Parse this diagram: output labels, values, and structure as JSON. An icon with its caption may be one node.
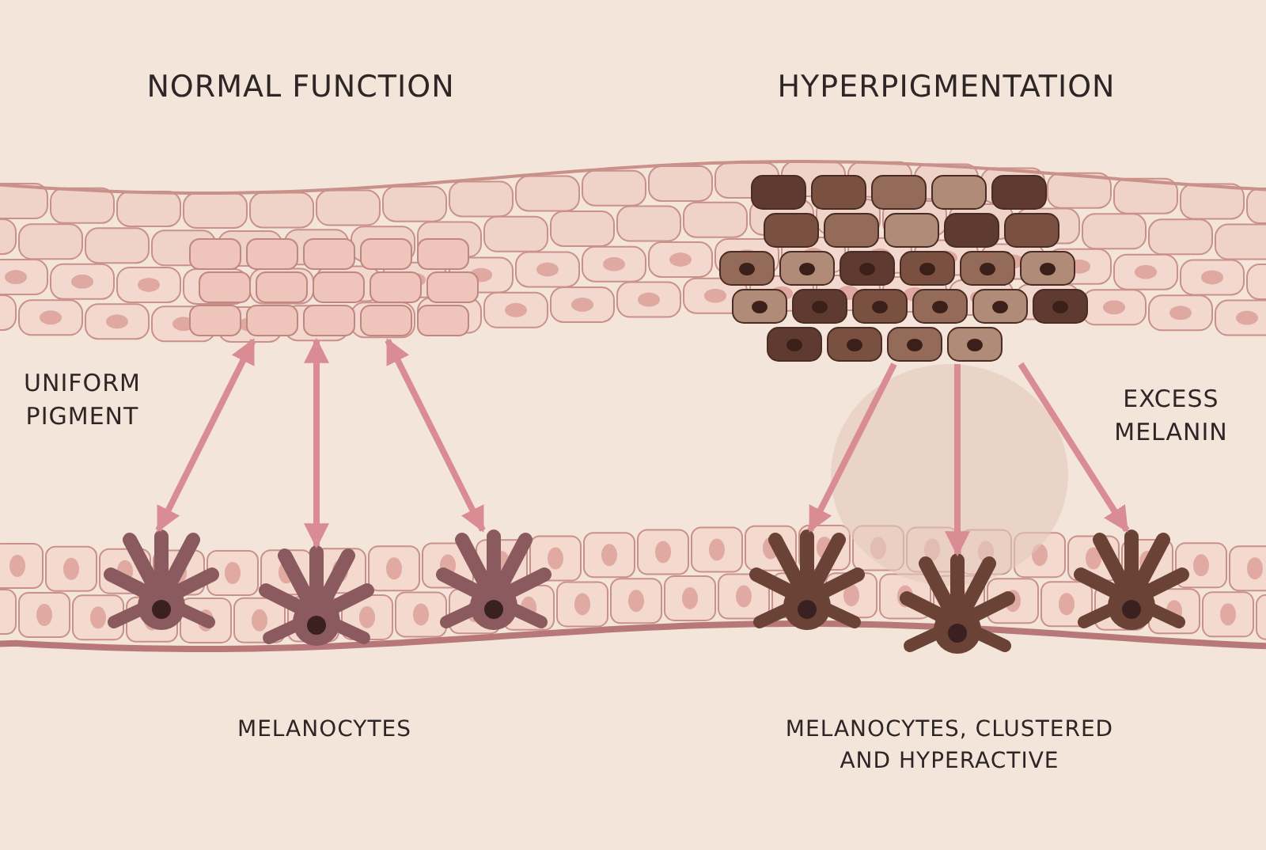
{
  "diagram": {
    "nodes": [
      {
        "text": [],
        "shape": "picture"
      },
      {
        "text": [],
        "shape": "picture"
      },
      {
        "text": [],
        "shape": "picture"
      },
      {
        "text": [],
        "shape": "picture"
      },
      {
        "text": [],
        "shape": "picture"
      },
      {
        "text": [],
        "shape": "picture"
      },
      {
        "text": [],
        "shape": "picture"
      },
      {
        "text": [],
        "shape": "picture"
      }
    ],
    "edges": [
      {
        "from": 0,
        "to": 1,
        "arrow": "both"
      },
      {
        "from": 0,
        "to": 2,
        "arrow": "both"
      },
      {
        "from": 0,
        "to": 3,
        "arrow": "both"
      },
      {
        "from": 4,
        "to": 5,
        "arrow": "to"
      },
      {
        "from": 4,
        "to": 6,
        "arrow": "to"
      },
      {
        "from": 4,
        "to": 7,
        "arrow": "to"
      }
    ],
    "labels": [
      "NORMAL FUNCTION",
      "HYPERPIGMENTATION",
      "UNIFORM PIGMENT",
      "EXCESS MELANIN",
      "MELANOCYTES",
      "MELANOCYTES, CLUSTERED AND HYPERACTIVE"
    ]
  }
}
